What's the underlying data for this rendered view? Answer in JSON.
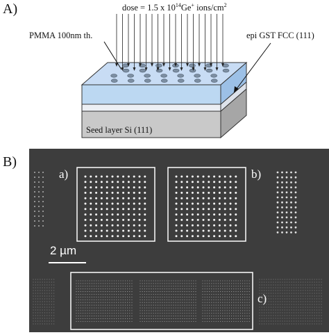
{
  "panel_a": {
    "label": "A)",
    "dose_prefix": "dose = 1.5 x 10",
    "dose_exp": "14",
    "dose_mid": "Ge",
    "dose_sup2": "+",
    "dose_suffix": " ions/cm",
    "dose_sup3": "2",
    "pmma_label": "PMMA 100nm th.",
    "gst_label": "epi GST FCC (111)",
    "seed_label": "Seed layer Si (111)"
  },
  "panel_b": {
    "label": "B)",
    "label_a": "a)",
    "label_b": "b)",
    "label_c": "c)",
    "scale_value": "2 µm"
  },
  "colors": {
    "pmma_top": "#c8dcf4",
    "pmma_front": "#bcd8f2",
    "pmma_side": "#9cc0e6",
    "gst": "#eceff4",
    "seed_front": "#c9c9c9",
    "seed_side": "#a6a6a6",
    "sem_bg": "#3d3d3d",
    "dot": "#ffffff"
  },
  "icons": [
    "ion-beam-arrows",
    "implanted-dots",
    "scale-bar"
  ]
}
